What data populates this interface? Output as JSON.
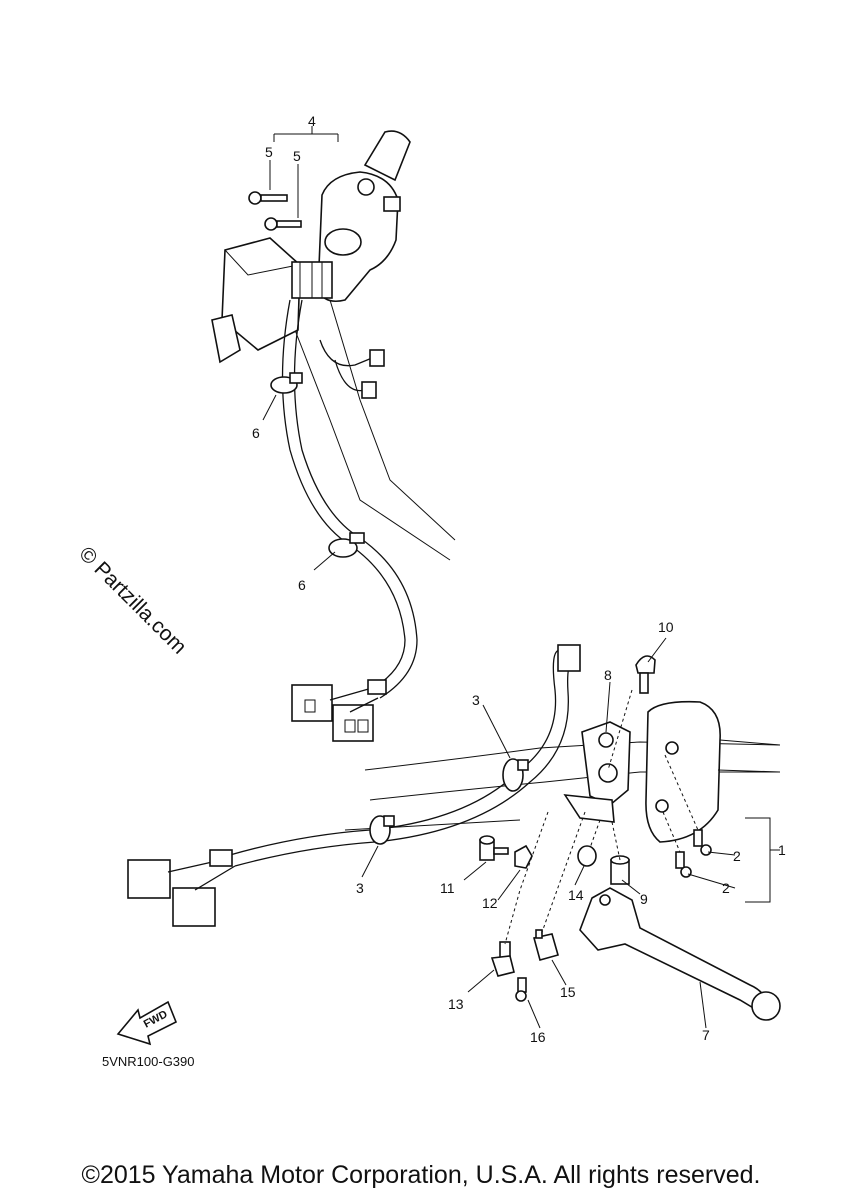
{
  "watermark": "© Partzilla.com",
  "diagram_code": "5VNR100-G390",
  "fwd_label": "FWD",
  "copyright": "©2015 Yamaha Motor Corporation, U.S.A. All rights reserved.",
  "callouts": {
    "p1": "1",
    "p2a": "2",
    "p2b": "2",
    "p3a": "3",
    "p3b": "3",
    "p4": "4",
    "p5a": "5",
    "p5b": "5",
    "p6a": "6",
    "p6b": "6",
    "p7": "7",
    "p8": "8",
    "p9": "9",
    "p10": "10",
    "p11": "11",
    "p12": "12",
    "p13": "13",
    "p14": "14",
    "p15": "15",
    "p16": "16"
  }
}
